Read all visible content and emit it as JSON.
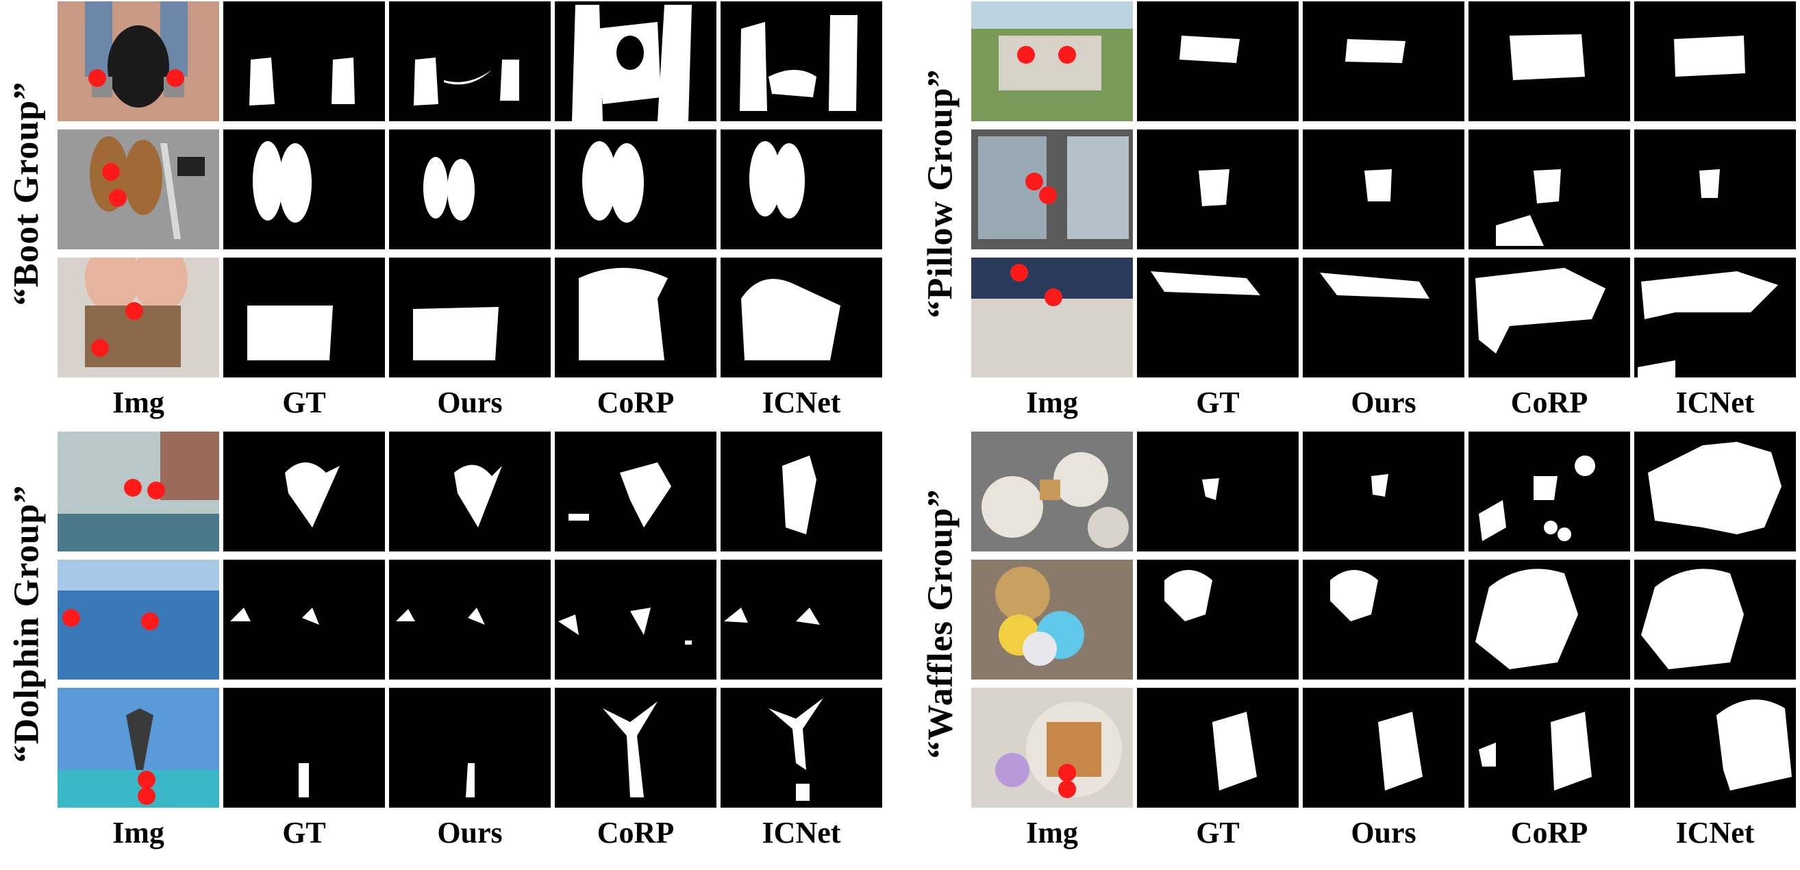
{
  "column_headers": [
    "Img",
    "GT",
    "Ours",
    "CoRP",
    "ICNet"
  ],
  "panels": [
    {
      "group_label": "“Boot  Group”"
    },
    {
      "group_label": "“Pillow  Group”"
    },
    {
      "group_label": "“Dolphin  Group”"
    },
    {
      "group_label": "“Waffles  Group”"
    }
  ],
  "colors": {
    "mask_background": "#000000",
    "mask_foreground": "#ffffff",
    "click_point": "#ff1a1a"
  }
}
